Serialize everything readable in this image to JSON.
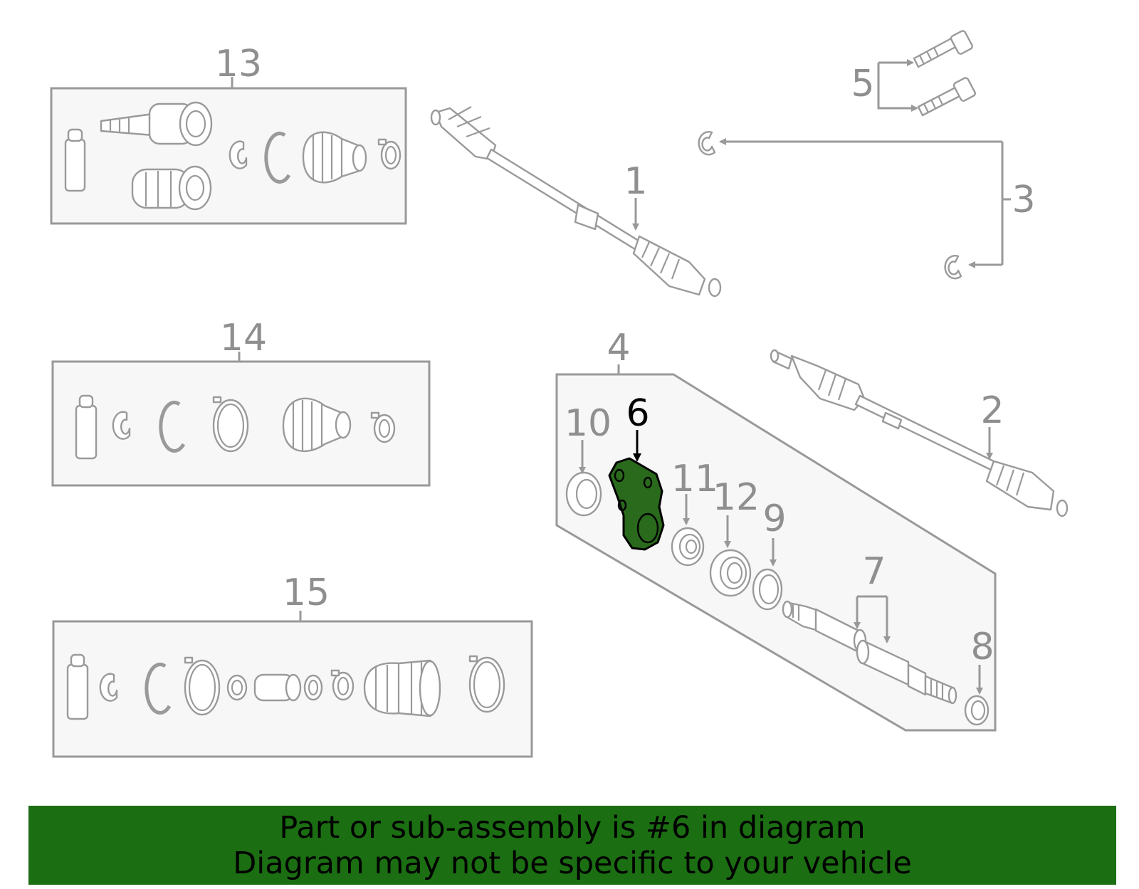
{
  "callouts": {
    "c1": "1",
    "c2": "2",
    "c3": "3",
    "c4": "4",
    "c5": "5",
    "c6": "6",
    "c7": "7",
    "c8": "8",
    "c9": "9",
    "c10": "10",
    "c11": "11",
    "c12": "12",
    "c13": "13",
    "c14": "14",
    "c15": "15"
  },
  "highlight": {
    "part": "6",
    "color": "#2a6a1c",
    "label_color": "#000000"
  },
  "banner": {
    "line1": "Part or sub-assembly is #6 in diagram",
    "line2": "Diagram may not be specific to your vehicle",
    "background": "#1b6e12"
  }
}
